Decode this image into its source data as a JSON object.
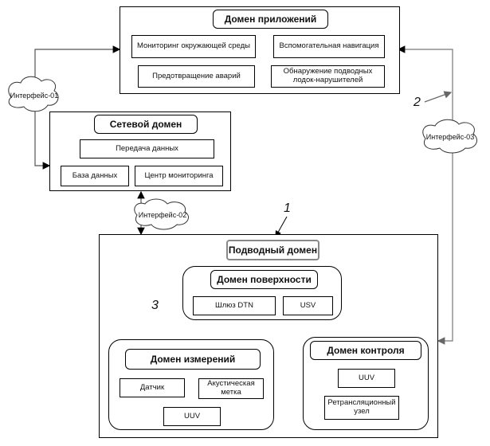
{
  "app_domain": {
    "title": "Домен приложений",
    "items": [
      "Мониторинг окружающей среды",
      "Вспомогательная навигация",
      "Предотвращение аварий",
      "Обнаружение подводных лодок-нарушителей"
    ]
  },
  "network_domain": {
    "title": "Сетевой домен",
    "items": [
      "Передача данных",
      "База данных",
      "Центр мониторинга"
    ]
  },
  "underwater_domain": {
    "title": "Подводный домен",
    "surface": {
      "title": "Домен поверхности",
      "items": [
        "Шлюз DTN",
        "USV"
      ]
    },
    "measurement": {
      "title": "Домен измерений",
      "items": [
        "Датчик",
        "Акустическая метка",
        "UUV"
      ]
    },
    "control": {
      "title": "Домен контроля",
      "items": [
        "UUV",
        "Ретрансляционный узел"
      ]
    }
  },
  "interfaces": [
    "Интерфейс-01",
    "Интерфейс-02",
    "Интерфейс-03"
  ],
  "callouts": [
    "1",
    "2",
    "3"
  ]
}
